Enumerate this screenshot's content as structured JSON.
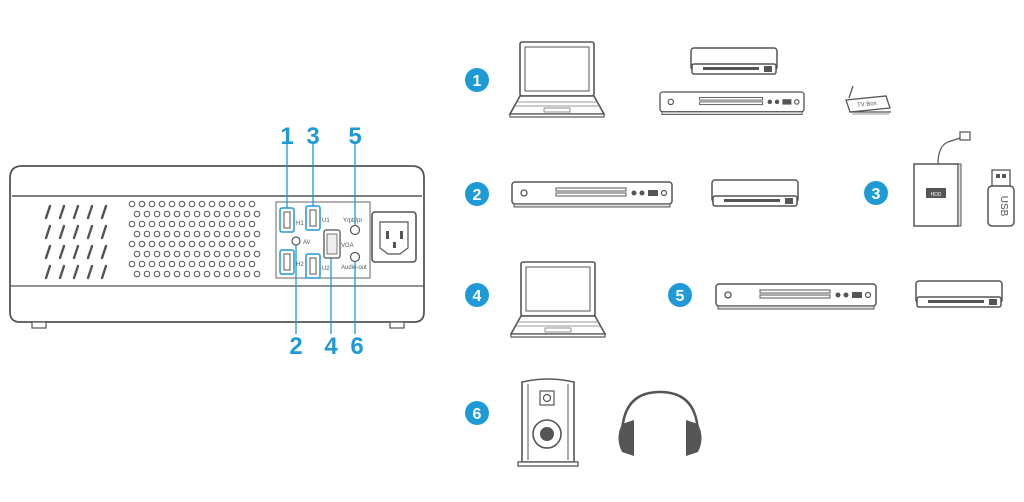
{
  "accent_color": "#1e9ad6",
  "line_color": "#555555",
  "projector": {
    "port_labels": {
      "hdmi1": "H1",
      "hdmi2": "H2",
      "av": "AV",
      "usb1": "U1",
      "usb2": "U2",
      "vga": "VGA",
      "ypbpr": "Y/pb/pr",
      "audio_out": "Audio-out"
    },
    "callouts_top": [
      "1",
      "3",
      "5"
    ],
    "callouts_bottom": [
      "2",
      "4",
      "6"
    ]
  },
  "devices": {
    "row1": {
      "badge": "1",
      "icons": [
        "laptop-icon",
        "dvd-player-icon",
        "blu-ray-player-icon",
        "tv-box-icon"
      ],
      "tv_box_label": "TV Box"
    },
    "row2": {
      "badge": "2",
      "icons": [
        "blu-ray-player-icon",
        "dvd-player-icon"
      ]
    },
    "row2b": {
      "badge": "3",
      "icons": [
        "hard-drive-icon",
        "usb-stick-icon"
      ],
      "hdd_label": "HDD",
      "usb_label": "USB"
    },
    "row3": {
      "badge": "4",
      "icons": [
        "laptop-icon"
      ]
    },
    "row3b": {
      "badge": "5",
      "icons": [
        "blu-ray-player-icon",
        "dvd-player-icon"
      ]
    },
    "row4": {
      "badge": "6",
      "icons": [
        "speaker-icon",
        "headphones-icon"
      ]
    }
  }
}
